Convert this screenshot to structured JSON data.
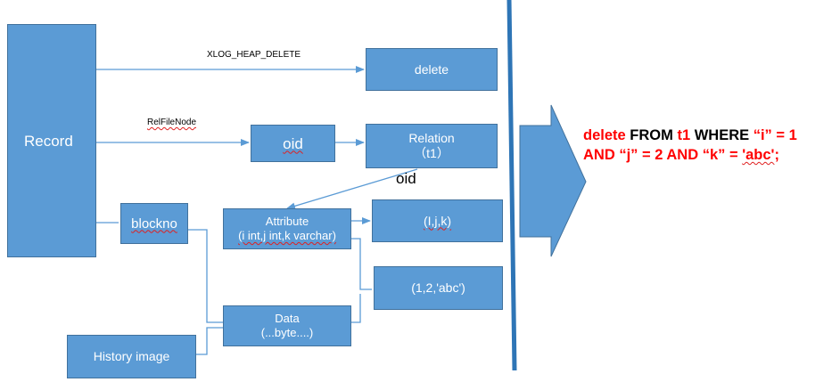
{
  "diagram": {
    "nodes": {
      "record": "Record",
      "delete": "delete",
      "oid": "oid",
      "relation_line1": "Relation",
      "relation_line2": "（t1）",
      "blockno": "blockno",
      "attribute_line1": "Attribute",
      "attribute_line2": "(i int,j int,k varchar)",
      "ijk": "(I,j,k)",
      "values": "(1,2,'abc')",
      "data_line1": "Data",
      "data_line2": "(...byte....)",
      "history_image": "History image"
    },
    "edge_labels": {
      "xlog": "XLOG_HEAP_DELETE",
      "relfilenode": "RelFileNode",
      "oid": "oid"
    },
    "sql": {
      "line1": [
        {
          "text": "delete ",
          "red": true
        },
        {
          "text": "FROM ",
          "red": false
        },
        {
          "text": "t1 ",
          "red": true
        },
        {
          "text": "WHERE  ",
          "red": false
        },
        {
          "text": "“i” = 1",
          "red": true
        }
      ],
      "line2": [
        {
          "text": "AND “j” = 2 AND “k” = ",
          "red": true
        },
        {
          "text": "'abc'",
          "red": true
        },
        {
          "text": ";",
          "red": true
        }
      ]
    },
    "colors": {
      "box_fill": "#5b9bd5",
      "box_border": "#41719c",
      "connector": "#5b9bd5",
      "divider": "#2e75b6",
      "highlight": "#ff0000"
    }
  }
}
